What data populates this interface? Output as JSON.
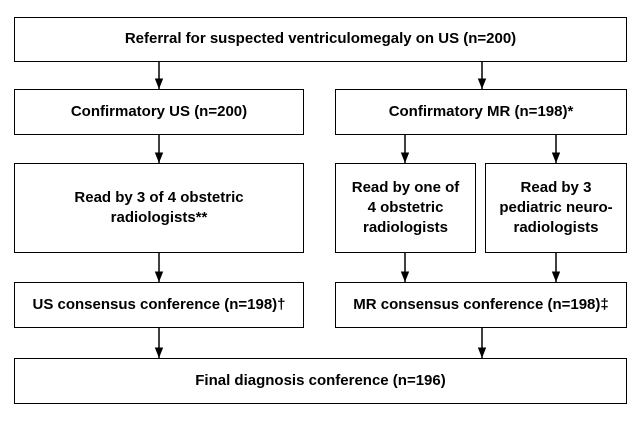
{
  "boxes": {
    "referral": "Referral for suspected ventriculomegaly on US (n=200)",
    "confirmatory_us": "Confirmatory US (n=200)",
    "confirmatory_mr": "Confirmatory MR (n=198)*",
    "read_obstetric_3of4": "Read by 3 of 4 obstetric\nradiologists**",
    "read_obstetric_1of4": "Read by one of\n4 obstetric\nradiologists",
    "read_neuro_3": "Read by 3\npediatric neuro-\nradiologists",
    "us_consensus": "US consensus conference (n=198)†",
    "mr_consensus": "MR consensus conference (n=198)‡",
    "final_diagnosis": "Final diagnosis conference (n=196)"
  }
}
